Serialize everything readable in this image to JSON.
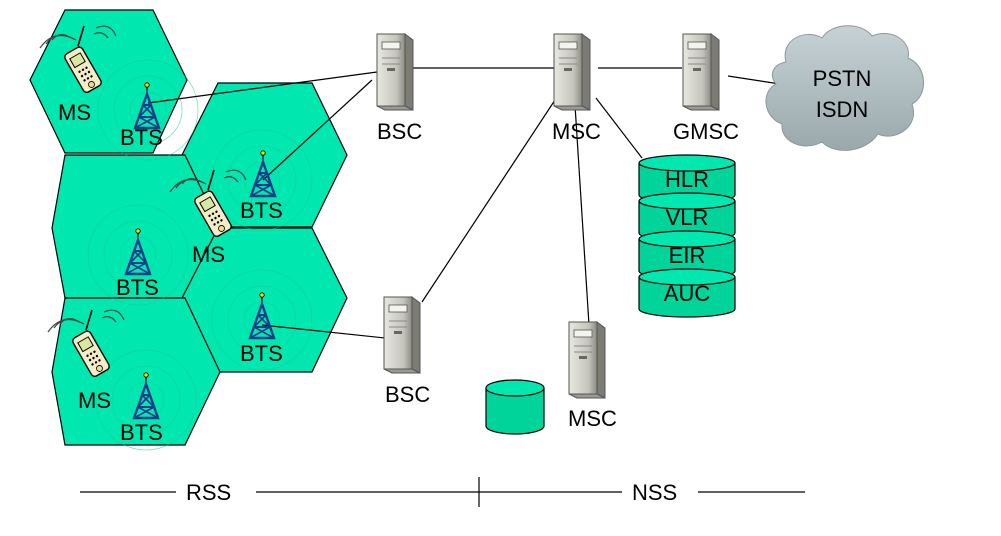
{
  "colors": {
    "cell_fill": "#00e8b0",
    "database_fill": "#00d49a",
    "cloud_fill": "#aebcc0",
    "server_body": "#c8c8c0"
  },
  "cells": {
    "ms_labels": [
      "MS",
      "MS",
      "MS"
    ],
    "bts_labels": [
      "BTS",
      "BTS",
      "BTS",
      "BTS",
      "BTS"
    ]
  },
  "nodes": {
    "bsc_top": "BSC",
    "bsc_bottom": "BSC",
    "msc_top": "MSC",
    "msc_bottom": "MSC",
    "gmsc": "GMSC"
  },
  "cloud": {
    "line1": "PSTN",
    "line2": "ISDN"
  },
  "databases": [
    "HLR",
    "VLR",
    "EIR",
    "AUC"
  ],
  "legend": {
    "left": "RSS",
    "right": "NSS"
  }
}
